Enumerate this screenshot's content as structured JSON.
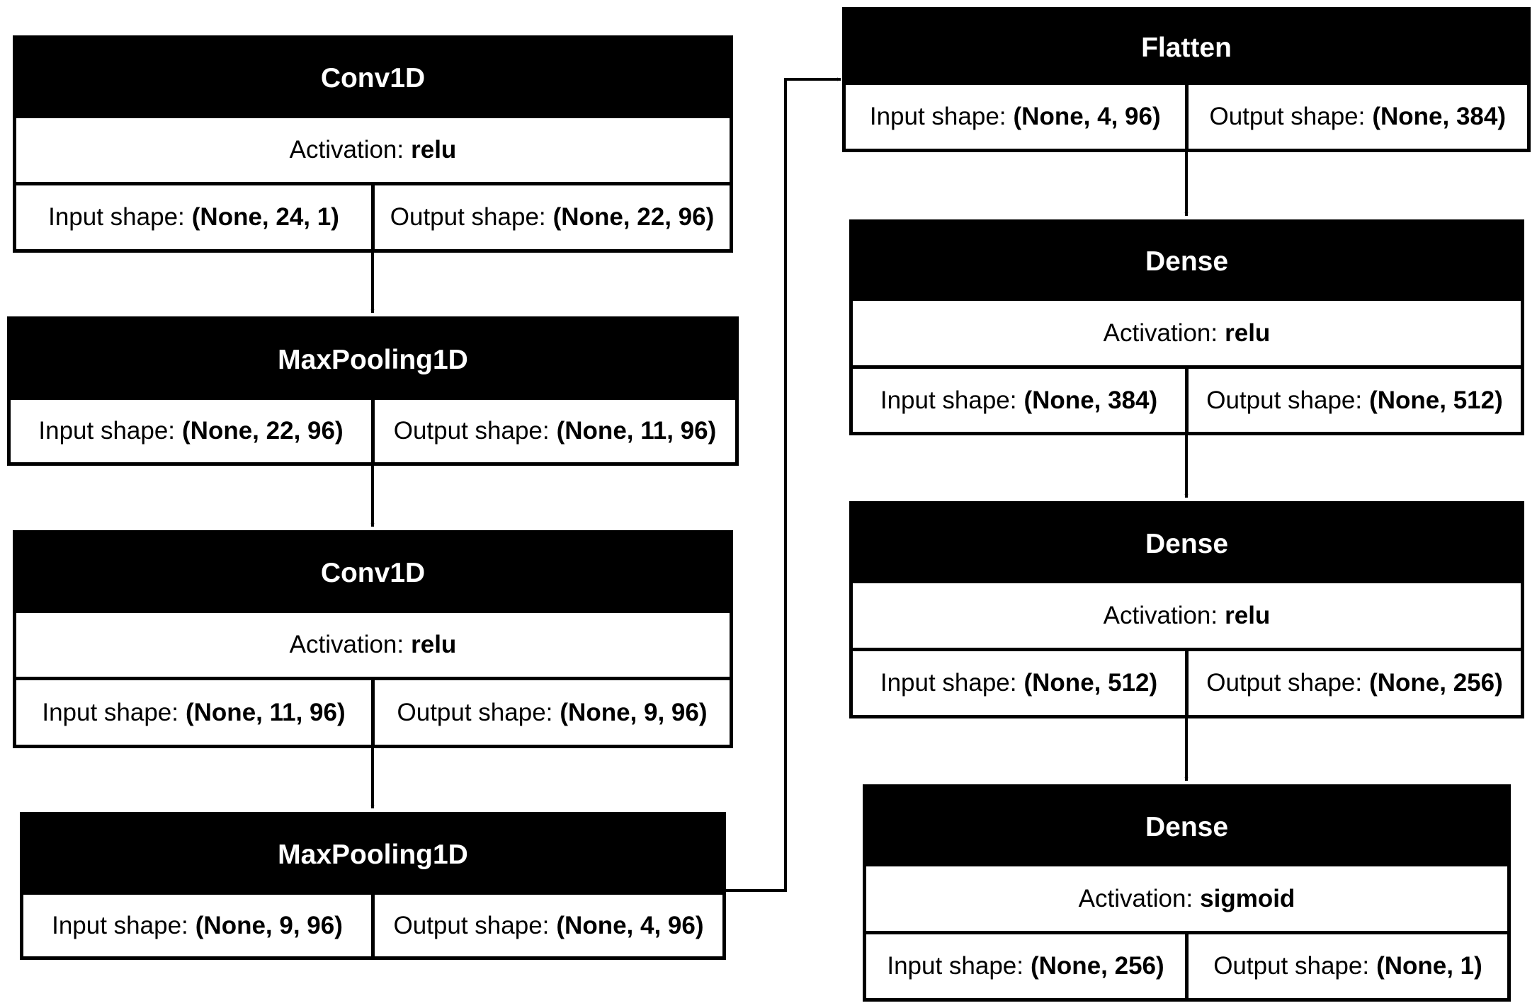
{
  "layers": [
    {
      "title": "Conv1D",
      "activation_label": "Activation:",
      "activation": "relu",
      "input_label": "Input shape:",
      "input_shape": "(None, 24, 1)",
      "output_label": "Output shape:",
      "output_shape": "(None, 22, 96)"
    },
    {
      "title": "MaxPooling1D",
      "input_label": "Input shape:",
      "input_shape": "(None, 22, 96)",
      "output_label": "Output shape:",
      "output_shape": "(None, 11, 96)"
    },
    {
      "title": "Conv1D",
      "activation_label": "Activation:",
      "activation": "relu",
      "input_label": "Input shape:",
      "input_shape": "(None, 11, 96)",
      "output_label": "Output shape:",
      "output_shape": "(None, 9, 96)"
    },
    {
      "title": "MaxPooling1D",
      "input_label": "Input shape:",
      "input_shape": "(None, 9, 96)",
      "output_label": "Output shape:",
      "output_shape": "(None, 4, 96)"
    },
    {
      "title": "Flatten",
      "input_label": "Input shape:",
      "input_shape": "(None, 4, 96)",
      "output_label": "Output shape:",
      "output_shape": "(None, 384)"
    },
    {
      "title": "Dense",
      "activation_label": "Activation:",
      "activation": "relu",
      "input_label": "Input shape:",
      "input_shape": "(None, 384)",
      "output_label": "Output shape:",
      "output_shape": "(None, 512)"
    },
    {
      "title": "Dense",
      "activation_label": "Activation:",
      "activation": "relu",
      "input_label": "Input shape:",
      "input_shape": "(None, 512)",
      "output_label": "Output shape:",
      "output_shape": "(None, 256)"
    },
    {
      "title": "Dense",
      "activation_label": "Activation:",
      "activation": "sigmoid",
      "input_label": "Input shape:",
      "input_shape": "(None, 256)",
      "output_label": "Output shape:",
      "output_shape": "(None, 1)"
    }
  ],
  "edges": [
    {
      "from": 0,
      "to": 1
    },
    {
      "from": 1,
      "to": 2
    },
    {
      "from": 2,
      "to": 3
    },
    {
      "from": 3,
      "to": 4
    },
    {
      "from": 4,
      "to": 5
    },
    {
      "from": 5,
      "to": 6
    },
    {
      "from": 6,
      "to": 7
    }
  ]
}
